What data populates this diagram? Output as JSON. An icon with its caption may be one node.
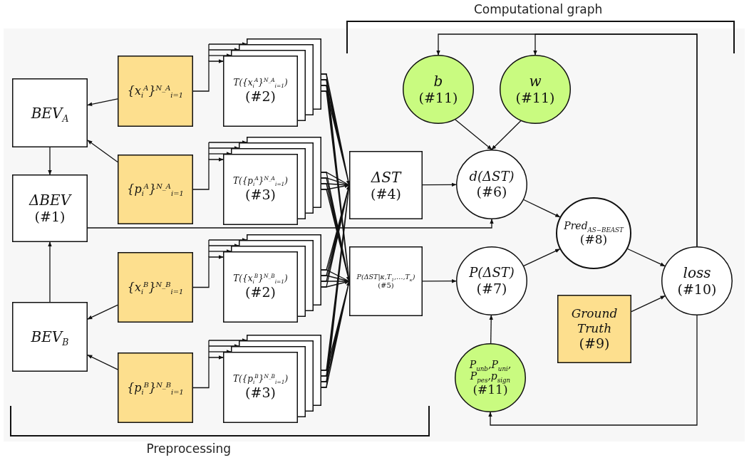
{
  "diagram": {
    "nodes": [
      {
        "text": [
          "BEV$_{A}$"
        ]
      },
      {
        "text": [
          "ΔBEV",
          "(#1)"
        ]
      },
      {
        "text": [
          "BEV$_{B}$"
        ]
      },
      {
        "text": [
          "{x$_{i}$$^{A}$}$^{N_A}$$_{i=1}$"
        ]
      },
      {
        "text": [
          "{p$_{i}$$^{A}$}$^{N_A}$$_{i=1}$"
        ]
      },
      {
        "text": [
          "{x$_{i}$$^{B}$}$^{N_B}$$_{i=1}$"
        ]
      },
      {
        "text": [
          "{p$_{i}$$^{B}$}$^{N_B}$$_{i=1}$"
        ]
      },
      {
        "text": [
          "T({x$_{i}$$^{A}$}$^{N_A}$$_{i=1}$)",
          "(#2)"
        ]
      },
      {
        "text": [
          "T({p$_{i}$$^{A}$}$^{N_A}$$_{i=1}$)",
          "(#3)"
        ]
      },
      {
        "text": [
          "T({x$_{i}$$^{B}$}$^{N_B}$$_{i=1}$)",
          "(#2)"
        ]
      },
      {
        "text": [
          "T({p$_{i}$$^{B}$}$^{N_B}$$_{i=1}$)",
          "(#3)"
        ]
      },
      {
        "text": [
          "ΔST",
          "(#4)"
        ]
      },
      {
        "text": [
          "P(ΔST|κ,T$_{1}$,…,T$_{κ}$)",
          "(#5)"
        ]
      },
      {
        "text": [
          "b",
          "(#11)"
        ]
      },
      {
        "text": [
          "w",
          "(#11)"
        ]
      },
      {
        "text": [
          "d(ΔST)",
          "(#6)"
        ]
      },
      {
        "text": [
          "P(ΔST)",
          "(#7)"
        ]
      },
      {
        "text": [
          "Pred$_{AS−BEAST}$",
          "(#8)"
        ]
      },
      {
        "text": [
          "Ground Truth",
          "(#9)"
        ]
      },
      {
        "text": [
          "loss",
          "(#10)"
        ]
      },
      {
        "text": [
          "P$_{unb}$,P$_{uni}$, P$_{pes}$,p$_{sign}$",
          "(#11)"
        ]
      }
    ],
    "edges": [
      {
        "from": 3,
        "to": 0,
        "arrow": "to"
      },
      {
        "from": 4,
        "to": 0,
        "arrow": "to"
      },
      {
        "from": 0,
        "to": 1,
        "arrow": "to"
      },
      {
        "from": 2,
        "to": 1,
        "arrow": "to"
      },
      {
        "from": 5,
        "to": 2,
        "arrow": "to"
      },
      {
        "from": 6,
        "to": 2,
        "arrow": "to"
      },
      {
        "from": 3,
        "to": 7,
        "arrow": "to"
      },
      {
        "from": 4,
        "to": 8,
        "arrow": "to"
      },
      {
        "from": 5,
        "to": 9,
        "arrow": "to"
      },
      {
        "from": 6,
        "to": 10,
        "arrow": "to"
      },
      {
        "from": 7,
        "to": 11,
        "arrow": "to"
      },
      {
        "from": 7,
        "to": 12,
        "arrow": "to"
      },
      {
        "from": 8,
        "to": 11,
        "arrow": "to"
      },
      {
        "from": 8,
        "to": 12,
        "arrow": "to"
      },
      {
        "from": 9,
        "to": 11,
        "arrow": "to"
      },
      {
        "from": 9,
        "to": 12,
        "arrow": "to"
      },
      {
        "from": 10,
        "to": 11,
        "arrow": "to"
      },
      {
        "from": 10,
        "to": 12,
        "arrow": "to"
      },
      {
        "from": 11,
        "to": 15,
        "arrow": "to"
      },
      {
        "from": 1,
        "to": 15,
        "arrow": "to"
      },
      {
        "from": 12,
        "to": 16,
        "arrow": "to"
      },
      {
        "from": 13,
        "to": 15,
        "arrow": "to"
      },
      {
        "from": 14,
        "to": 15,
        "arrow": "to"
      },
      {
        "from": 15,
        "to": 17,
        "arrow": "to"
      },
      {
        "from": 16,
        "to": 17,
        "arrow": "to"
      },
      {
        "from": 17,
        "to": 19,
        "arrow": "to"
      },
      {
        "from": 18,
        "to": 19,
        "arrow": "to"
      },
      {
        "from": 20,
        "to": 16,
        "arrow": "to"
      },
      {
        "from": 19,
        "to": 13,
        "arrow": "to"
      },
      {
        "from": 19,
        "to": 14,
        "arrow": "to"
      },
      {
        "from": 19,
        "to": 20,
        "arrow": "to"
      }
    ],
    "labels": [
      "Computational graph",
      "Preprocessing"
    ]
  }
}
